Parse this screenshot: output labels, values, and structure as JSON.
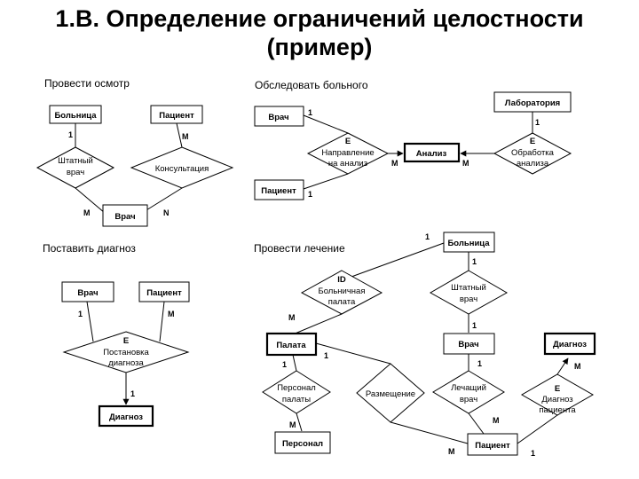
{
  "title_line1": "1.В. Определение ограничений целостности",
  "title_line2": "(пример)",
  "sections": {
    "s1": "Провести осмотр",
    "s2": "Обследовать больного",
    "s3": "Поставить диагноз",
    "s4": "Провести лечение"
  },
  "entities": {
    "e1": "Больница",
    "e2": "Пациент",
    "e3": "Врач",
    "e4": "Врач",
    "e5": "Пациент",
    "e6": "Анализ",
    "e7": "Лаборатория",
    "e8": "Врач",
    "e9": "Пациент",
    "e10": "Диагноз",
    "e11": "Больница",
    "e12": "Палата",
    "e13": "Врач",
    "e14": "Диагноз",
    "e15": "Персонал",
    "e16": "Пациент"
  },
  "relationships": {
    "r1": [
      "Штатный",
      "врач"
    ],
    "r2": [
      "Консультация"
    ],
    "r3": [
      "E",
      "Направление",
      "на анализ"
    ],
    "r4": [
      "E",
      "Обработка",
      "анализа"
    ],
    "r5": [
      "E",
      "Постановка",
      "диагноза"
    ],
    "r6": [
      "ID",
      "Больничная",
      "палата"
    ],
    "r7": [
      "Штатный",
      "врач"
    ],
    "r8": [
      "Персонал",
      "палаты"
    ],
    "r9": [
      "Размещение"
    ],
    "r10": [
      "Лечащий",
      "врач"
    ],
    "r11": [
      "E",
      "Диагноз",
      "пациента"
    ]
  },
  "cardinalities": {
    "c1": "1",
    "c2": "M",
    "c3": "M",
    "c4": "N",
    "c5": "1",
    "c6": "1",
    "c7": "M",
    "c8": "M",
    "c9": "1",
    "c10": "1",
    "c11": "M",
    "c12": "1",
    "c13": "1",
    "c14": "M",
    "c15": "1",
    "c16": "M",
    "c17": "1",
    "c18": "M",
    "c19": "1",
    "c20": "1",
    "c21": "M",
    "c22": "M",
    "c23": "1"
  }
}
